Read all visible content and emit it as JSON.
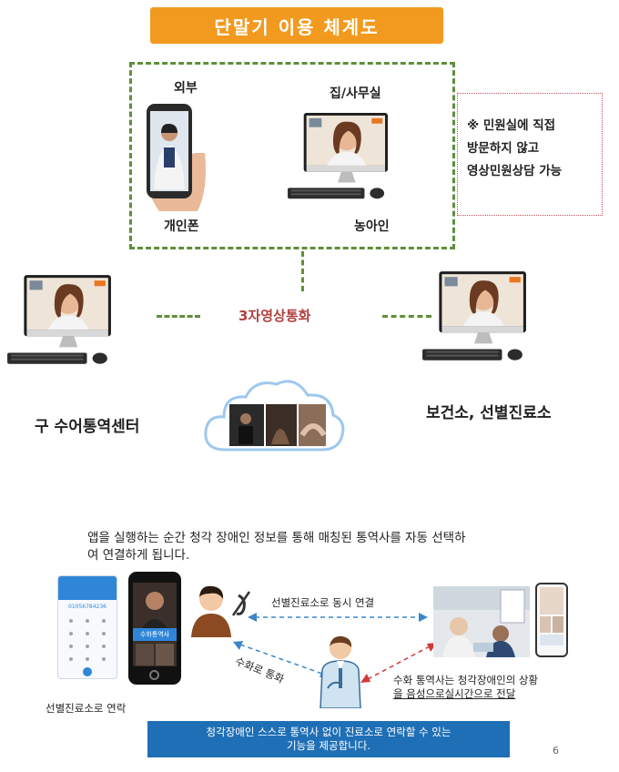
{
  "title": "단말기 이용 체계도",
  "box_labels": {
    "outside": "외부",
    "home_office": "집/사무실",
    "personal_phone": "개인폰",
    "deaf_person": "농아인"
  },
  "note": {
    "line1": "※ 민원실에 직접",
    "line2": "방문하지 않고",
    "line3": "영상민원상담 가능"
  },
  "center_label": "3자영상통화",
  "left_label": "구 수어통역센터",
  "right_label": "보건소, 선별진료소",
  "body_text": {
    "line1": "앱을 실행하는 순간 청각 장애인 정보를 통해 매칭된 통역사를 자동 선택하",
    "line2": "여 연결하게 됩니다."
  },
  "phone_screen": {
    "number": "01056784236",
    "interpreter_label": "수화통역사"
  },
  "flow_labels": {
    "contact_clinic": "선별진료소로 연락",
    "simultaneous": "선별진료소로 동시 연결",
    "sign_call": "수화로 통화",
    "relay_line1": "수화 통역사는 청각장애인의 상황",
    "relay_line2": "을 음성으로실시간으로 전달"
  },
  "bottom_banner": {
    "line1": "청각장애인 스스로 통역사 없이 진료소로 연락할 수 있는",
    "line2": "기능을 제공합니다."
  },
  "page_number": "6",
  "colors": {
    "banner_orange": "#f29a1f",
    "dash_green": "#5f8f3a",
    "accent_red": "#b04040",
    "banner_blue": "#1f6fb6"
  }
}
